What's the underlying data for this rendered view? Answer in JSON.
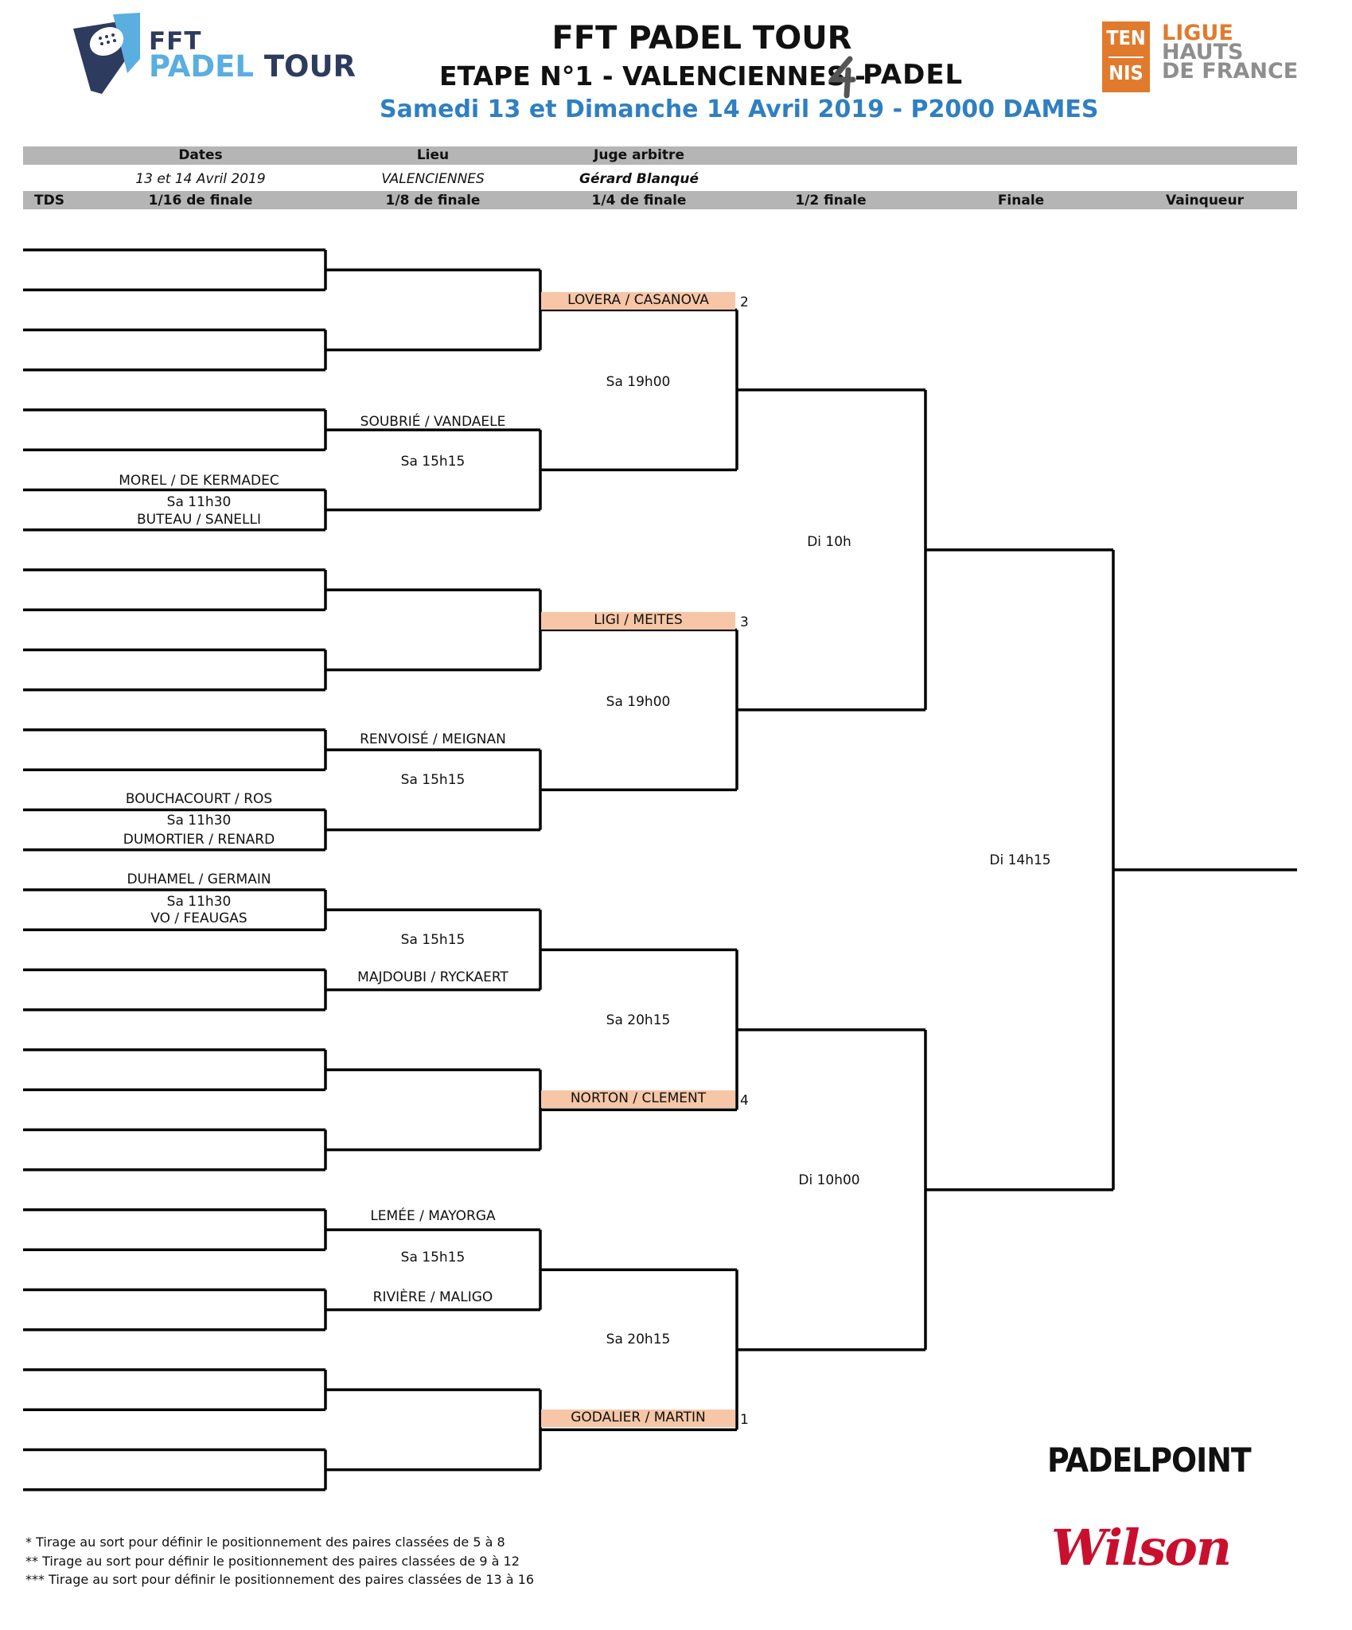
{
  "header": {
    "fft": "FFT",
    "padel": "PADEL",
    "tour": "TOUR",
    "title": "FFT PADEL TOUR",
    "etape": "ETAPE N°1 - VALENCIENNES -",
    "brand": "4PADEL",
    "date_line": "Samedi 13 et Dimanche 14 Avril 2019 -   P2000 DAMES",
    "ligue_box_top": "TEN",
    "ligue_box_bottom": "NIS",
    "ligue_l1": "LIGUE",
    "ligue_l2": "HAUTS",
    "ligue_l3": "DE FRANCE"
  },
  "info": {
    "dates_label": "Dates",
    "dates_value": "13 et 14 Avril 2019",
    "lieu_label": "Lieu",
    "lieu_value": "VALENCIENNES",
    "juge_label": "Juge arbitre",
    "juge_value": "Gérard Blanqué"
  },
  "rounds": {
    "tds": "TDS",
    "r16": "1/16 de finale",
    "r8": "1/8 de finale",
    "r4": "1/4 de finale",
    "r2": "1/2 finale",
    "final": "Finale",
    "winner": "Vainqueur"
  },
  "r16_matches": [
    {
      "top": "MOREL / DE KERMADEC",
      "time": "Sa 11h30",
      "bottom": "BUTEAU / SANELLI"
    },
    {
      "top": "BOUCHACOURT / ROS",
      "time": "Sa 11h30",
      "bottom": "DUMORTIER / RENARD"
    },
    {
      "top": "DUHAMEL / GERMAIN",
      "time": "Sa 11h30",
      "bottom": "VO / FEAUGAS"
    }
  ],
  "r8": {
    "m2_top": "SOUBRIÉ / VANDAELE",
    "m2_time": "Sa 15h15",
    "m4_top": "RENVOISÉ / MEIGNAN",
    "m4_time": "Sa 15h15",
    "m5_time": "Sa 15h15",
    "m5_bottom": "MAJDOUBI / RYCKAERT",
    "m7_top": "LEMÉE / MAYORGA",
    "m7_time": "Sa 15h15",
    "m7_bottom": "RIVIÈRE / MALIGO"
  },
  "r4": [
    {
      "seed_team": "LOVERA / CASANOVA",
      "seed": "2",
      "time": "Sa 19h00"
    },
    {
      "seed_team": "LIGI / MEITES",
      "seed": "3",
      "time": "Sa 19h00"
    },
    {
      "seed_team": "NORTON / CLEMENT",
      "seed": "4",
      "time": "Sa 20h15"
    },
    {
      "seed_team": "GODALIER / MARTIN",
      "seed": "1",
      "time": "Sa 20h15"
    }
  ],
  "semis": {
    "top_time": "Di 10h",
    "bottom_time": "Di 10h00"
  },
  "final": {
    "time": "Di 14h15"
  },
  "footnotes": [
    " * Tirage au sort pour définir le positionnement des paires classées de 5 à 8",
    "** Tirage au sort pour définir le positionnement des paires classées de 9 à 12",
    "*** Tirage au sort pour définir le positionnement des paires classées de 13 à 16"
  ],
  "sponsors": {
    "padelpoint": "PADELPOINT",
    "wilson": "Wilson"
  },
  "colors": {
    "accent_blue": "#2f7fc1",
    "light_blue": "#5aaee0",
    "navy": "#2d3b5e",
    "orange": "#e07b2e",
    "seed_fill": "#f6c6a6",
    "bar_grey": "#b5b5b5",
    "wilson_red": "#c8102e"
  }
}
